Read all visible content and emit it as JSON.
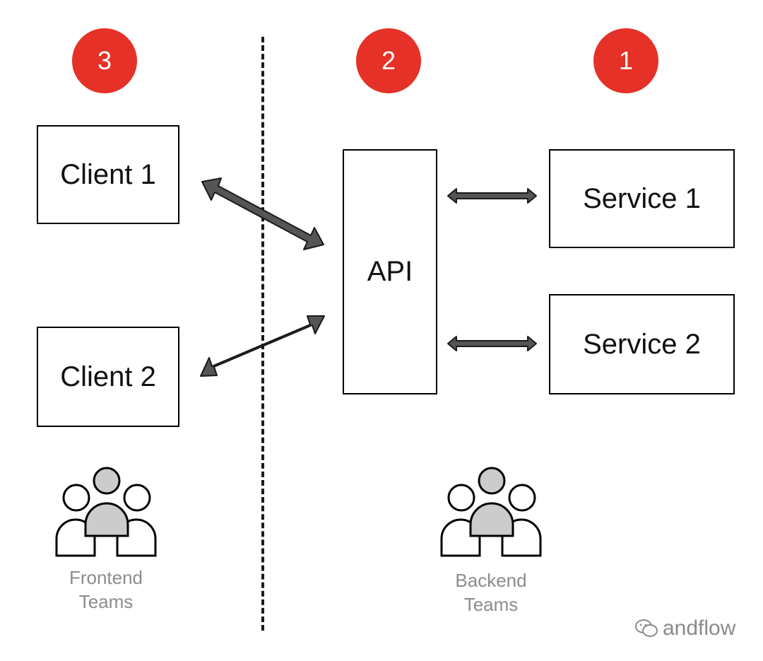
{
  "steps": {
    "step_3": "3",
    "step_2": "2",
    "step_1": "1"
  },
  "boxes": {
    "client_1": "Client 1",
    "client_2": "Client 2",
    "api": "API",
    "service_1": "Service 1",
    "service_2": "Service 2"
  },
  "teams": {
    "frontend": [
      "Frontend",
      "Teams"
    ],
    "backend": [
      "Backend",
      "Teams"
    ]
  },
  "watermark": {
    "text": "andflow",
    "icon": "wechat-icon"
  },
  "colors": {
    "step_badge": "#e53127",
    "arrow_fill": "#555555",
    "team_center_fill": "#cccccc"
  }
}
